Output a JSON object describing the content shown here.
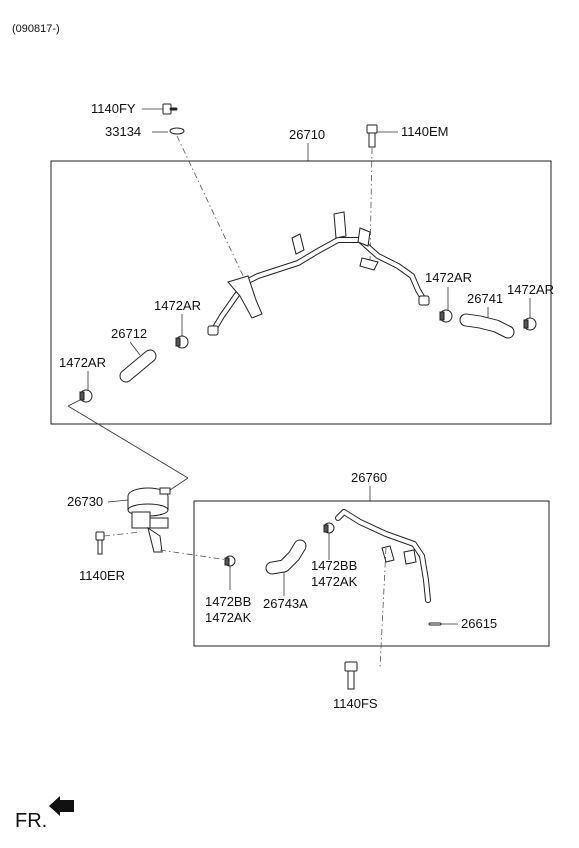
{
  "header": {
    "revision": "(090817-)"
  },
  "groups": {
    "upper_assembly": "26710",
    "lower_assembly": "26760"
  },
  "labels": {
    "bolt_1140FY": "1140FY",
    "gasket_33134": "33134",
    "bolt_1140EM": "1140EM",
    "clamp_1472AR_right_a": "1472AR",
    "hose_26741": "26741",
    "clamp_1472AR_right_b": "1472AR",
    "clamp_1472AR_mid": "1472AR",
    "hose_26712": "26712",
    "clamp_1472AR_left": "1472AR",
    "valve_26730": "26730",
    "bolt_1140ER": "1140ER",
    "clamp_1472BB_upper": "1472BB",
    "clamp_1472AK_upper": "1472AK",
    "clamp_1472BB_lower": "1472BB",
    "clamp_1472AK_lower": "1472AK",
    "hose_26743A": "26743A",
    "clip_26615": "26615",
    "bolt_1140FS": "1140FS"
  },
  "orientation": {
    "label": "FR.",
    "icon": "forward-arrow-icon"
  }
}
